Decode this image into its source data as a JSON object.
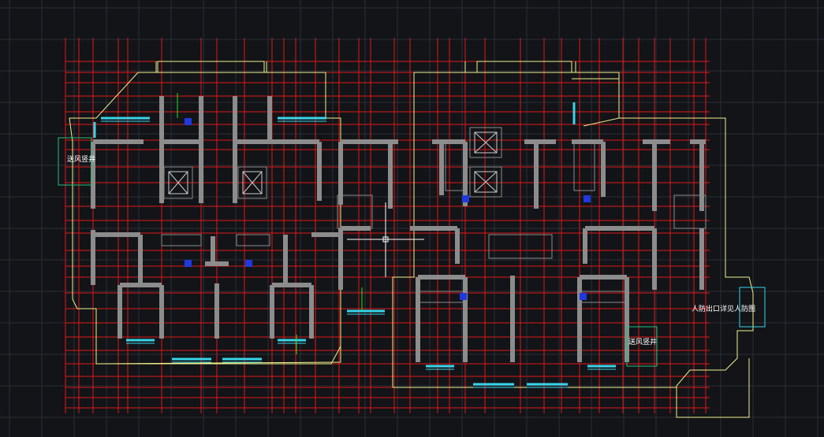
{
  "app": {
    "title": "CAD floor plan drawing"
  },
  "labels": {
    "shaft_left": "送风竖井",
    "shaft_right": "送风竖井",
    "civil_defense": "人防出口详见人防图"
  },
  "colors": {
    "background": "#121418",
    "grid": "#2a2e36",
    "axis_lines": "#e01818",
    "walls": "#8c8c8c",
    "outline": "#f2f28a",
    "windows": "#38d4e8",
    "fixtures": "#1f38e0",
    "annotation_green": "#22c07a",
    "crosshair": "#ffffff"
  }
}
